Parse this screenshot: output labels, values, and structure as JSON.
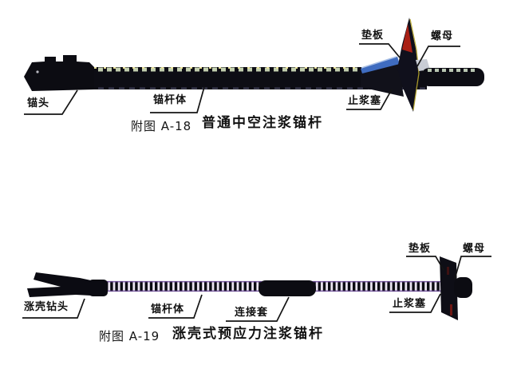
{
  "figures": [
    {
      "caption_prefix": "附图 A-18",
      "caption_title": "普通中空注浆锚杆",
      "labels": {
        "anchor_head": "锚头",
        "rod_body": "锚杆体",
        "grout_stopper": "止浆塞",
        "bearing_plate": "垫板",
        "nut": "螺母"
      }
    },
    {
      "caption_prefix": "附图 A-19",
      "caption_title": "涨壳式预应力注浆锚杆",
      "labels": {
        "expansion_shell_bit": "涨壳钻头",
        "rod_body": "锚杆体",
        "coupling_sleeve": "连接套",
        "grout_stopper": "止浆塞",
        "bearing_plate": "垫板",
        "nut": "螺母"
      }
    }
  ],
  "colors": {
    "background": "#ffffff",
    "ink": "#0d0d14",
    "leader_line": "#141414",
    "plate_red_tip": "#a92015",
    "stopper_blue_highlight": "#3f6cc0",
    "rib_highlight_green": "#c3cfae",
    "rib_highlight_yellow": "#e8e09a",
    "thin_rod_light": "#ece6f2",
    "thin_rod_purple_edge": "#6b4a97",
    "plate_edge_yellow": "#b7a62c",
    "nut_highlight_gray": "#c9cdd5"
  }
}
